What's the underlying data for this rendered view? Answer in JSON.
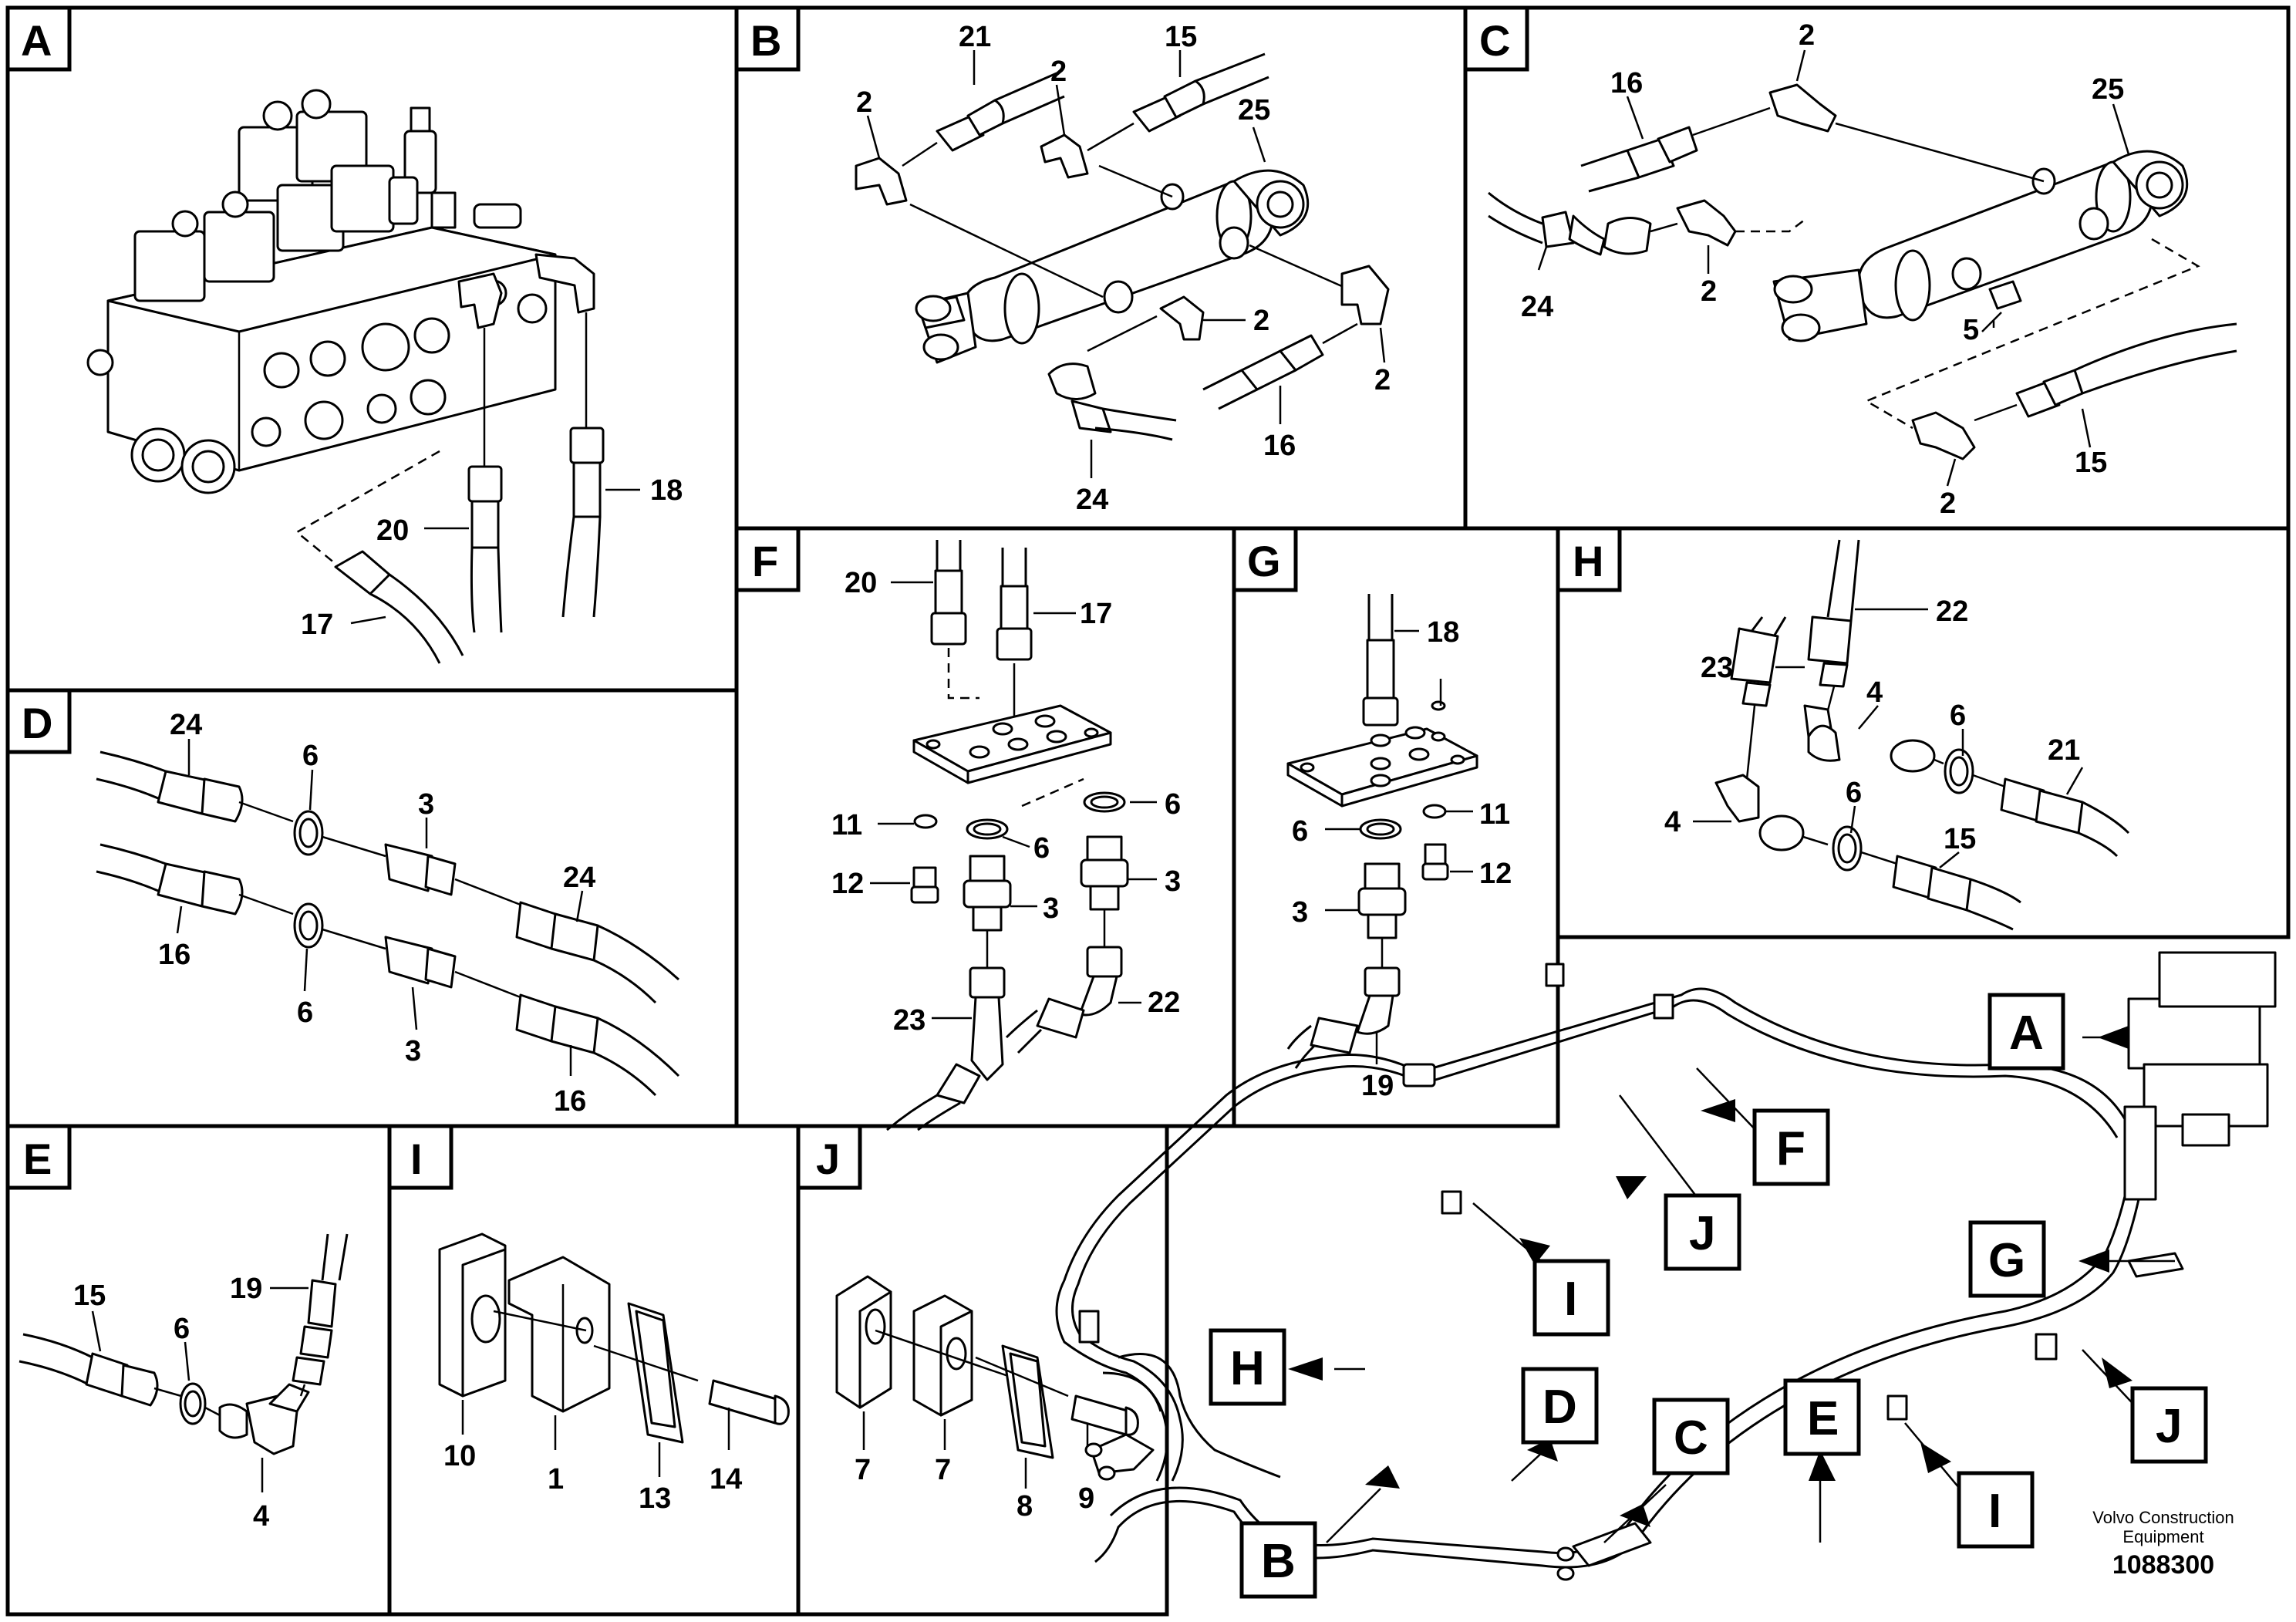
{
  "panels": {
    "A": {
      "tag": "A",
      "labels": [
        "17",
        "20",
        "18"
      ]
    },
    "B": {
      "tag": "B",
      "labels": [
        "21",
        "15",
        "2",
        "2",
        "25",
        "2",
        "2",
        "16",
        "24"
      ]
    },
    "C": {
      "tag": "C",
      "labels": [
        "2",
        "16",
        "25",
        "24",
        "2",
        "5",
        "15",
        "2"
      ]
    },
    "D": {
      "tag": "D",
      "labels": [
        "24",
        "6",
        "3",
        "24",
        "16",
        "6",
        "3",
        "16"
      ]
    },
    "E": {
      "tag": "E",
      "labels": [
        "15",
        "6",
        "19",
        "4"
      ]
    },
    "F": {
      "tag": "F",
      "labels": [
        "20",
        "17",
        "11",
        "6",
        "6",
        "12",
        "3",
        "3",
        "23",
        "22"
      ]
    },
    "G": {
      "tag": "G",
      "labels": [
        "18",
        "11",
        "6",
        "12",
        "3",
        "19"
      ]
    },
    "H": {
      "tag": "H",
      "labels": [
        "22",
        "23",
        "4",
        "6",
        "21",
        "4",
        "6",
        "15"
      ]
    },
    "I": {
      "tag": "I",
      "labels": [
        "10",
        "1",
        "13",
        "14"
      ]
    },
    "J": {
      "tag": "J",
      "labels": [
        "7",
        "7",
        "8",
        "9"
      ]
    }
  },
  "overview": {
    "callouts": [
      "A",
      "F",
      "J",
      "G",
      "I",
      "H",
      "D",
      "C",
      "E",
      "J",
      "I",
      "B"
    ]
  },
  "footer": {
    "brand_line1": "Volvo Construction",
    "brand_line2": "Equipment",
    "drawing_number": "1088300"
  }
}
